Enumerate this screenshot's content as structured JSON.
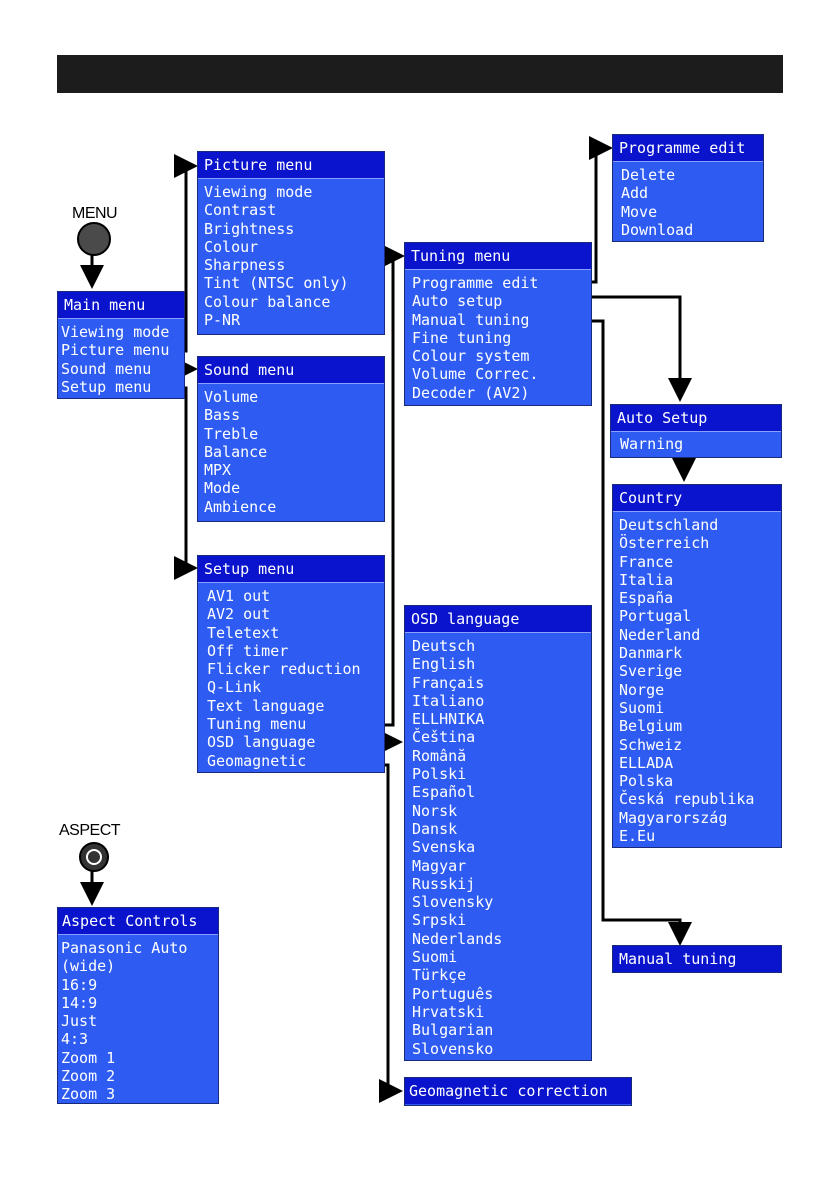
{
  "labels": {
    "menu_button": "MENU",
    "aspect_button": "ASPECT"
  },
  "colors": {
    "menu_bg": "#2e5cf2",
    "header_bg": "#0a14cc",
    "top_bar": "#1c1c1c"
  },
  "main_menu": {
    "title": "Main menu",
    "items": [
      "Viewing mode",
      "Picture menu",
      "Sound menu",
      "Setup menu"
    ]
  },
  "picture_menu": {
    "title": "Picture menu",
    "items": [
      "Viewing mode",
      "Contrast",
      "Brightness",
      "Colour",
      "Sharpness",
      "Tint (NTSC only)",
      "Colour balance",
      "P-NR"
    ]
  },
  "sound_menu": {
    "title": "Sound menu",
    "items": [
      "Volume",
      "Bass",
      "Treble",
      "Balance",
      "MPX",
      "Mode",
      "Ambience"
    ]
  },
  "setup_menu": {
    "title": "Setup menu",
    "items": [
      "AV1 out",
      "AV2 out",
      "Teletext",
      "Off timer",
      "Flicker reduction",
      "Q-Link",
      "Text language",
      "Tuning menu",
      "OSD language",
      "Geomagnetic"
    ]
  },
  "tuning_menu": {
    "title": "Tuning menu",
    "items": [
      "Programme edit",
      "Auto setup",
      "Manual tuning",
      "Fine tuning",
      "Colour system",
      "Volume Correc.",
      "Decoder (AV2)"
    ]
  },
  "programme_edit": {
    "title": "Programme edit",
    "items": [
      "Delete",
      "Add",
      "Move",
      "Download"
    ]
  },
  "auto_setup": {
    "title": "Auto Setup",
    "items": [
      "Warning"
    ]
  },
  "country": {
    "title": "Country",
    "items": [
      "Deutschland",
      "Österreich",
      "France",
      "Italia",
      "España",
      "Portugal",
      "Nederland",
      "Danmark",
      "Sverige",
      "Norge",
      "Suomi",
      "Belgium",
      "Schweiz",
      "ELLADA",
      "Polska",
      "Česká republika",
      "Magyarország",
      "E.Eu"
    ]
  },
  "osd_language": {
    "title": "OSD language",
    "items": [
      "Deutsch",
      "English",
      "Français",
      "Italiano",
      "ELLHNIKA",
      "Čeština",
      "Română",
      "Polski",
      "Español",
      "Norsk",
      "Dansk",
      "Svenska",
      "Magyar",
      "Russkij",
      "Slovensky",
      "Srpski",
      "Nederlands",
      "Suomi",
      "Türkçe",
      "Português",
      "Hrvatski",
      "Bulgarian",
      "Slovensko"
    ]
  },
  "manual_tuning": {
    "title": "Manual tuning"
  },
  "geomagnetic_correction": {
    "title": "Geomagnetic correction"
  },
  "aspect_controls": {
    "title": "Aspect Controls",
    "items": [
      "Panasonic Auto",
      "(wide)",
      "16:9",
      "14:9",
      "Just",
      "4:3",
      "Zoom 1",
      "Zoom 2",
      "Zoom 3"
    ]
  }
}
